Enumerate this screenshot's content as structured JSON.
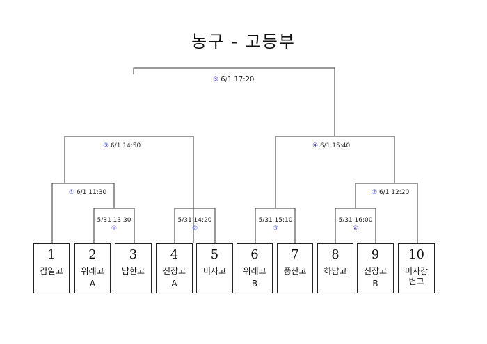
{
  "title": "농구 - 고등부",
  "teams": [
    {
      "seed": "1",
      "name": "감일고",
      "group": ""
    },
    {
      "seed": "2",
      "name": "위례고",
      "group": "A"
    },
    {
      "seed": "3",
      "name": "남한고",
      "group": ""
    },
    {
      "seed": "4",
      "name": "신장고",
      "group": "A"
    },
    {
      "seed": "5",
      "name": "미사고",
      "group": ""
    },
    {
      "seed": "6",
      "name": "위례고",
      "group": "B"
    },
    {
      "seed": "7",
      "name": "풍산고",
      "group": ""
    },
    {
      "seed": "8",
      "name": "하남고",
      "group": ""
    },
    {
      "seed": "9",
      "name": "신장고",
      "group": "B"
    },
    {
      "seed": "10",
      "name": "미사강\n변고",
      "group": ""
    }
  ],
  "matches": {
    "final": {
      "num": "⑤",
      "time": "6/1  17:20"
    },
    "semi_left": {
      "num": "③",
      "time": "6/1  14:50"
    },
    "semi_right": {
      "num": "④",
      "time": "6/1  15:40"
    },
    "qf_left": {
      "num": "①",
      "time": "6/1  11:30"
    },
    "qf_right": {
      "num": "②",
      "time": "6/1  12:20"
    },
    "r1_a": {
      "time": "5/31  13:30",
      "num": "①"
    },
    "r1_b": {
      "time": "5/31  14:20",
      "num": "②"
    },
    "r1_c": {
      "time": "5/31  15:10",
      "num": "③"
    },
    "r1_d": {
      "time": "5/31  16:00",
      "num": "④"
    }
  }
}
